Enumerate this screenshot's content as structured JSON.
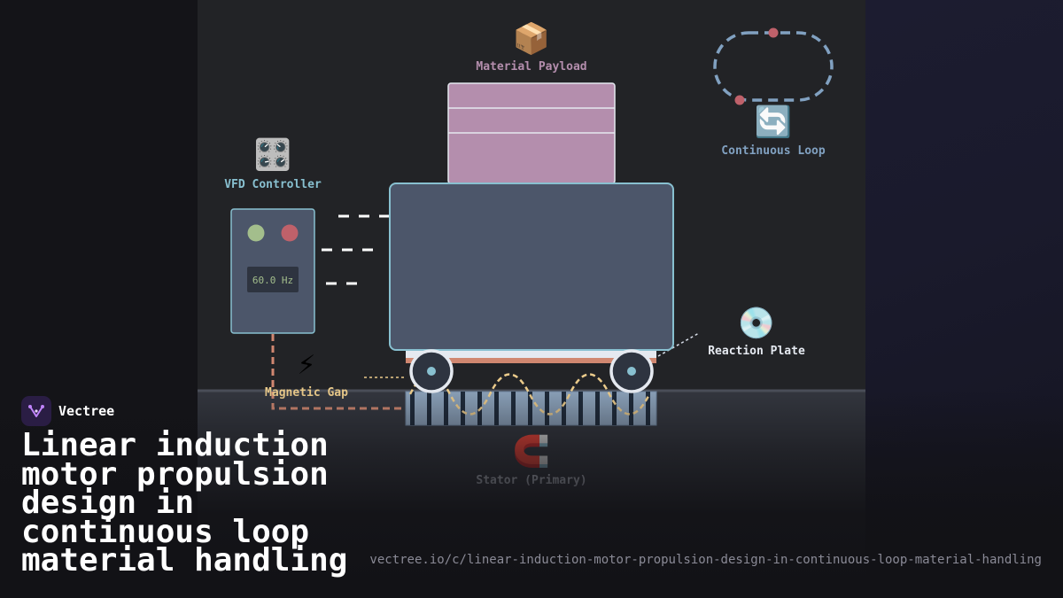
{
  "diagram": {
    "labels": {
      "payload": "Material Payload",
      "loop": "Continuous Loop",
      "vfd": "VFD Controller",
      "reaction": "Reaction Plate",
      "gap": "Magnetic Gap",
      "stator": "Stator (Primary)"
    },
    "vfd_display": "60.0 Hz",
    "icons": {
      "payload": "📦",
      "loop": "🔄",
      "vfd": "🎛️",
      "reaction": "💿",
      "gap": "⚡",
      "stator": "🧲"
    },
    "colors": {
      "payload": "#b48ead",
      "cart": "#4c566a",
      "loop_track": "#81a1c1",
      "loop_dot": "#bf616a",
      "vfd_green": "#a3be8c",
      "vfd_red": "#bf616a",
      "power_line": "#d08770",
      "field_wave": "#ebcb8b"
    }
  },
  "brand": {
    "name": "Vectree"
  },
  "title": "Linear induction motor propulsion design in continuous loop material handling",
  "url": "vectree.io/c/linear-induction-motor-propulsion-design-in-continuous-loop-material-handling"
}
